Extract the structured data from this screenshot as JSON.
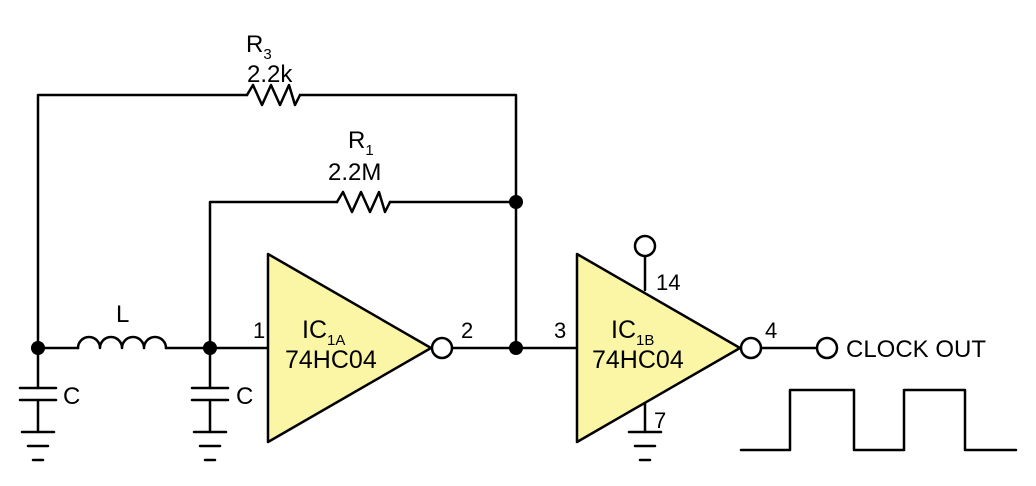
{
  "colors": {
    "gate_fill": "#fbf6a5",
    "wire": "#000000",
    "background": "#ffffff"
  },
  "r3": {
    "name": "R",
    "sub": "3",
    "value": "2.2k"
  },
  "r1": {
    "name": "R",
    "sub": "1",
    "value": "2.2M"
  },
  "inductor": {
    "label": "L"
  },
  "cap_left": {
    "label": "C"
  },
  "cap_mid": {
    "label": "C"
  },
  "gate_a": {
    "name": "IC",
    "sub": "1A",
    "part": "74HC04",
    "pin_in": "1",
    "pin_out": "2"
  },
  "gate_b": {
    "name": "IC",
    "sub": "1B",
    "part": "74HC04",
    "pin_in": "3",
    "pin_out": "4",
    "pin_vcc": "14",
    "pin_gnd": "7"
  },
  "output": {
    "label": "CLOCK OUT"
  }
}
